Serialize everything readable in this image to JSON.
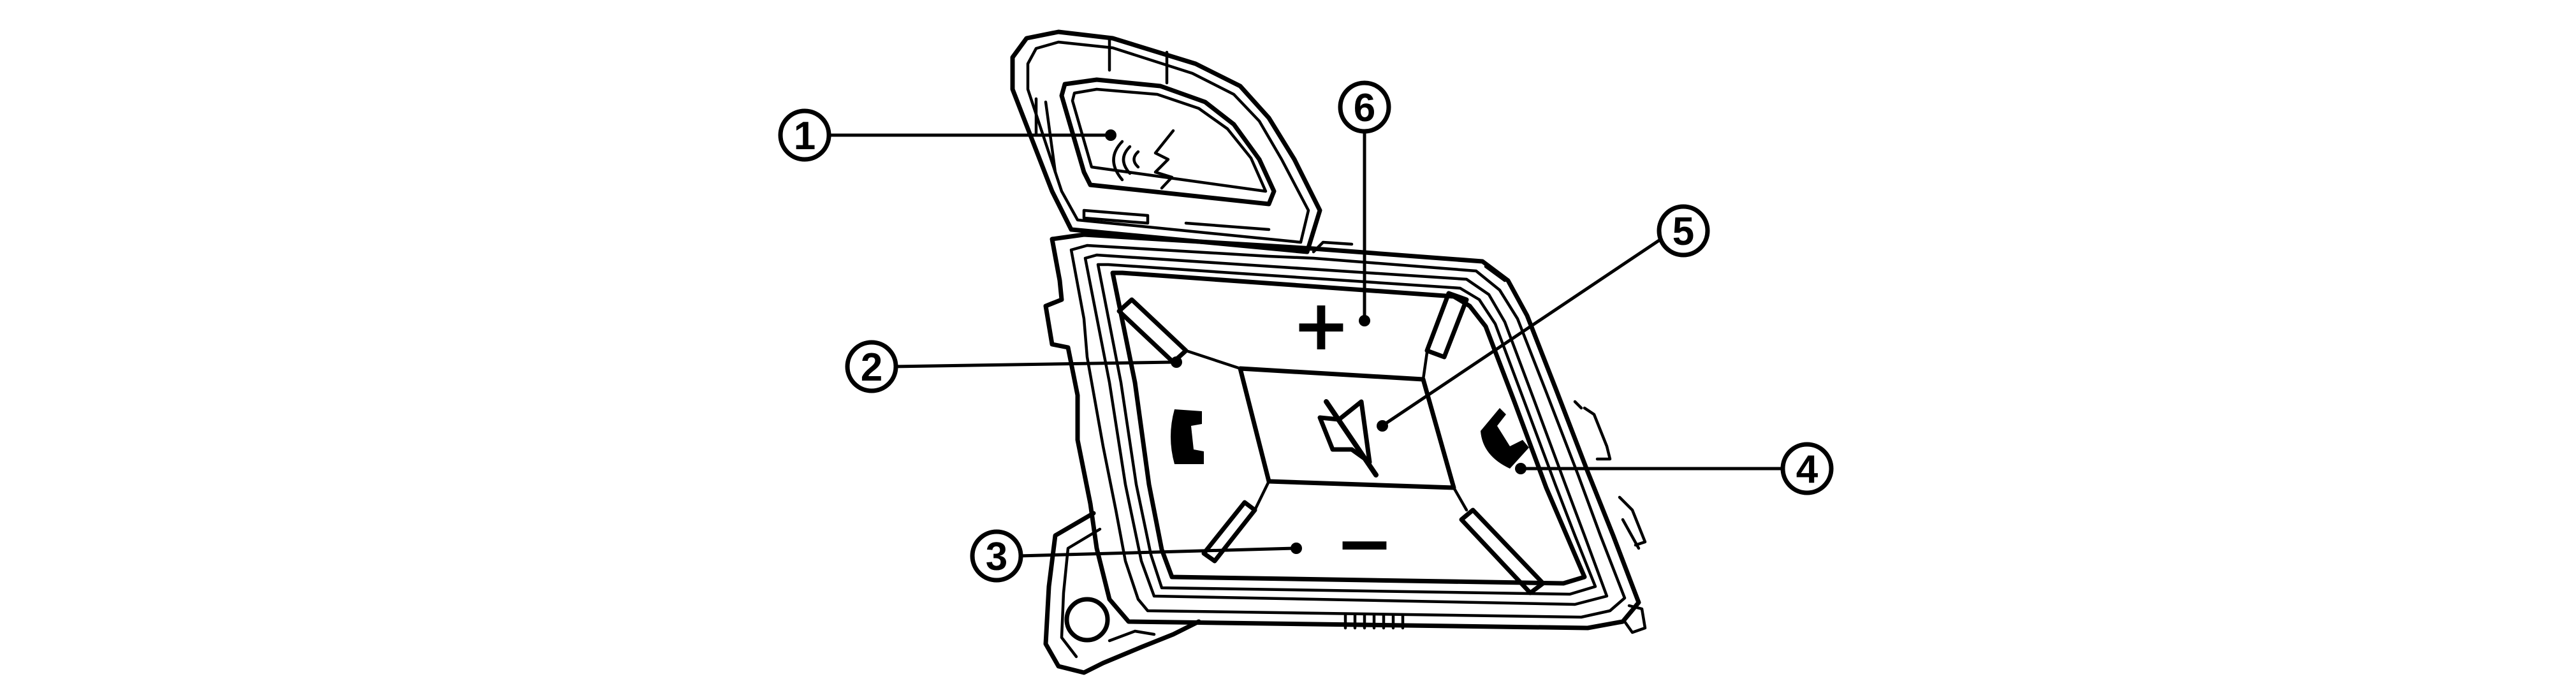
{
  "callouts": [
    {
      "id": "1",
      "label": "①",
      "target": "voice-recognition-button"
    },
    {
      "id": "2",
      "label": "②",
      "target": "hang-up-button"
    },
    {
      "id": "3",
      "label": "③",
      "target": "volume-down-button"
    },
    {
      "id": "4",
      "label": "④",
      "target": "answer-call-button"
    },
    {
      "id": "5",
      "label": "⑤",
      "target": "mute-button"
    },
    {
      "id": "6",
      "label": "⑥",
      "target": "volume-up-button"
    }
  ],
  "button_symbols": {
    "plus": "+",
    "minus": "−"
  },
  "icons": {
    "voice": "voice-recognition-icon",
    "hangup": "phone-hang-up-icon",
    "answer": "phone-answer-icon",
    "mute": "speaker-mute-icon"
  },
  "colors": {
    "line": "#000000",
    "background": "#ffffff"
  }
}
